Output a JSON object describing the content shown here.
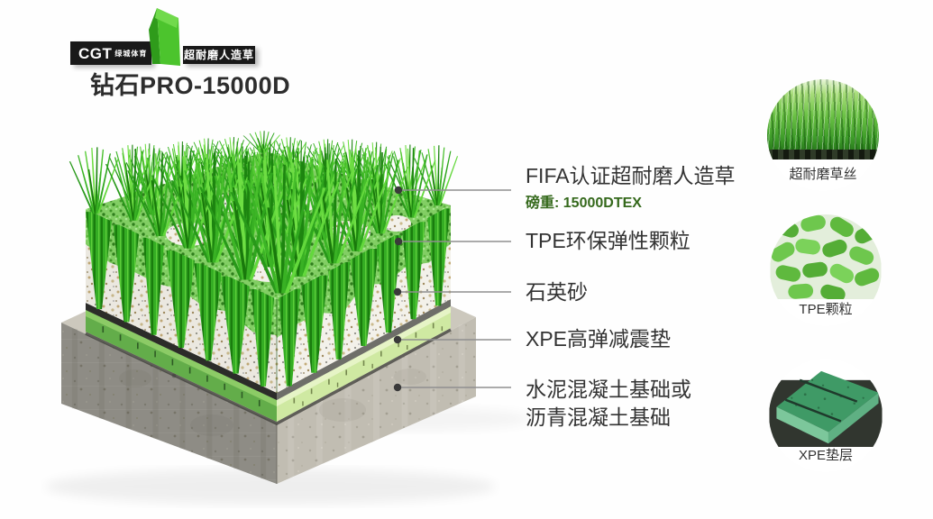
{
  "brand": {
    "logo_main": "CGT",
    "logo_sub": "绿城体育",
    "badge": "超耐磨人造草",
    "product_name": "钻石PRO-15000D"
  },
  "callouts": {
    "items": [
      {
        "title": "FIFA认证超耐磨人造草",
        "subtitle": "磅重: 15000DTEX"
      },
      {
        "title": "TPE环保弹性颗粒"
      },
      {
        "title": "石英砂"
      },
      {
        "title": "XPE高弹减震垫"
      },
      {
        "title": "水泥混凝土基础或",
        "title2": "沥青混凝土基础"
      }
    ]
  },
  "thumbnails": {
    "items": [
      {
        "label": "超耐磨草丝"
      },
      {
        "label": "TPE颗粒"
      },
      {
        "label": "XPE垫层"
      }
    ]
  },
  "colors": {
    "accent_green": "#45bd2b",
    "grass_dark": "#1d870f",
    "tpe_granule_green": "#82ce64",
    "sand_white": "#f3f1ea",
    "xpe_left_green": "#63ad4a",
    "xpe_right_green": "#cfe9a2",
    "concrete_left": "#8e8c85",
    "concrete_right": "#c1bdb2",
    "bar_black": "#191919",
    "label_text": "#333333",
    "subtitle_green": "#35691c",
    "leader_line": "#8f8f8f"
  }
}
